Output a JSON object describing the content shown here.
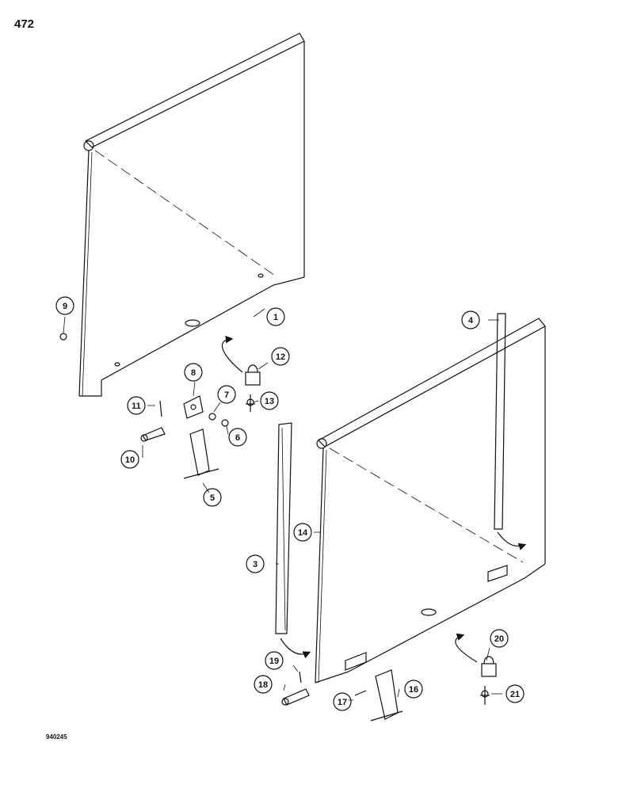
{
  "page_number": "472",
  "reference_code": "940245",
  "callouts": [
    {
      "id": "1",
      "label": "1"
    },
    {
      "id": "3",
      "label": "3"
    },
    {
      "id": "4",
      "label": "4"
    },
    {
      "id": "5",
      "label": "5"
    },
    {
      "id": "6",
      "label": "6"
    },
    {
      "id": "7",
      "label": "7"
    },
    {
      "id": "8",
      "label": "8"
    },
    {
      "id": "9",
      "label": "9"
    },
    {
      "id": "10",
      "label": "10"
    },
    {
      "id": "11",
      "label": "11"
    },
    {
      "id": "12",
      "label": "12"
    },
    {
      "id": "13",
      "label": "13"
    },
    {
      "id": "14",
      "label": "14"
    },
    {
      "id": "16",
      "label": "16"
    },
    {
      "id": "17",
      "label": "17"
    },
    {
      "id": "18",
      "label": "18"
    },
    {
      "id": "19",
      "label": "19"
    },
    {
      "id": "20",
      "label": "20"
    },
    {
      "id": "21",
      "label": "21"
    }
  ]
}
